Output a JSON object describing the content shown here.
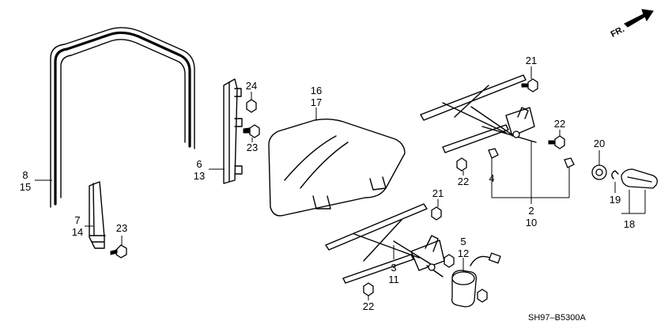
{
  "labels": {
    "p8": "8",
    "p15": "15",
    "p7": "7",
    "p14": "14",
    "p23a": "23",
    "p6": "6",
    "p13": "13",
    "p24": "24",
    "p23b": "23",
    "p16": "16",
    "p17": "17",
    "p21a": "21",
    "p21b": "21",
    "p22a": "22",
    "p22b": "22",
    "p22c": "22",
    "p4": "4",
    "p2": "2",
    "p10": "10",
    "p20": "20",
    "p19": "19",
    "p18": "18",
    "p5": "5",
    "p12": "12",
    "p3": "3",
    "p11": "11"
  },
  "direction_arrow": {
    "text": "FR."
  },
  "diagram_code": "SH97–B5300A",
  "icons": [
    "front-direction-arrow-icon",
    "bolt-icon",
    "nut-icon",
    "clip-icon"
  ]
}
